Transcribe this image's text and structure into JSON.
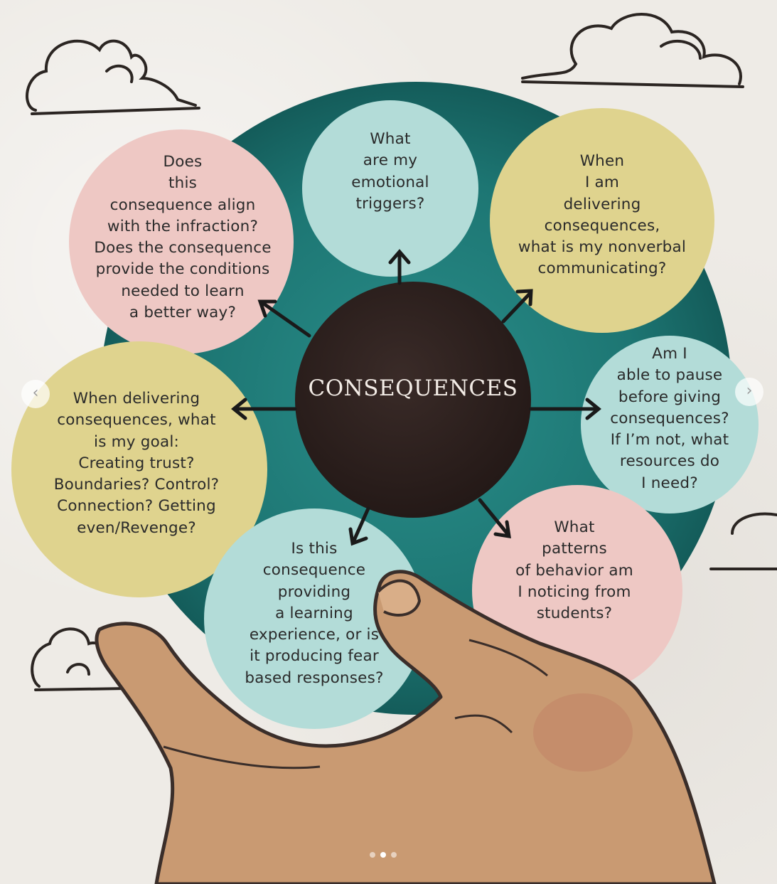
{
  "diagram": {
    "center": "CONSEQUENCES",
    "bubbles": [
      {
        "id": "top",
        "color": "#b3dcd8",
        "text": "What\nare my\nemotional\ntriggers?"
      },
      {
        "id": "top-right",
        "color": "#dfd38e",
        "text": "When\nI am\ndelivering\nconsequences,\nwhat is my nonverbal\ncommunicating?"
      },
      {
        "id": "right",
        "color": "#b3dcd8",
        "text": "Am I\nable to pause\nbefore giving\nconsequences?\nIf I’m not, what\nresources do\nI need?"
      },
      {
        "id": "bottom-right",
        "color": "#eec8c4",
        "text": "What\npatterns\nof behavior am\nI noticing from\nstudents?"
      },
      {
        "id": "bottom",
        "color": "#b3dcd8",
        "text": "Is this\nconsequence\nproviding\na  learning\nexperience, or is\nit producing fear\nbased responses?"
      },
      {
        "id": "left",
        "color": "#dfd38e",
        "text": "When delivering\nconsequences, what\nis my goal:\nCreating trust?\nBoundaries? Control?\nConnection? Getting\neven/Revenge?"
      },
      {
        "id": "top-left",
        "color": "#eec8c4",
        "text": "Does\nthis\nconsequence align\nwith the infraction?\nDoes the consequence\nprovide the conditions\nneeded to learn\na better way?"
      }
    ]
  },
  "carousel": {
    "prev_icon": "chevron-left-icon",
    "next_icon": "chevron-right-icon",
    "prev_glyph": "‹",
    "next_glyph": "›",
    "slide_count": 3,
    "active_slide": 2
  },
  "colors": {
    "ring": "#1b6f6c",
    "center": "#2f2220",
    "arrow": "#1a1a1a",
    "outline": "#3a2e2a",
    "skin": "#c99a72"
  }
}
